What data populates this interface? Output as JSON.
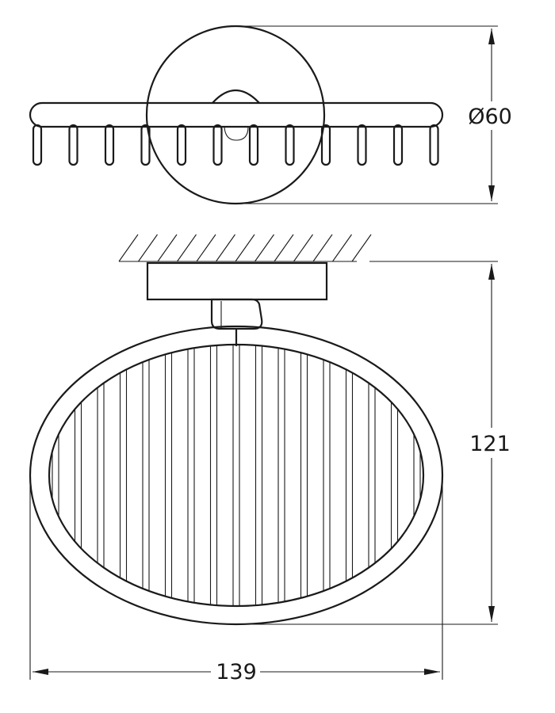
{
  "dimensions": {
    "diameter_label": "Ø60",
    "height_label": "121",
    "width_label": "139"
  },
  "colors": {
    "line": "#1a1a1a",
    "background": "#ffffff"
  }
}
